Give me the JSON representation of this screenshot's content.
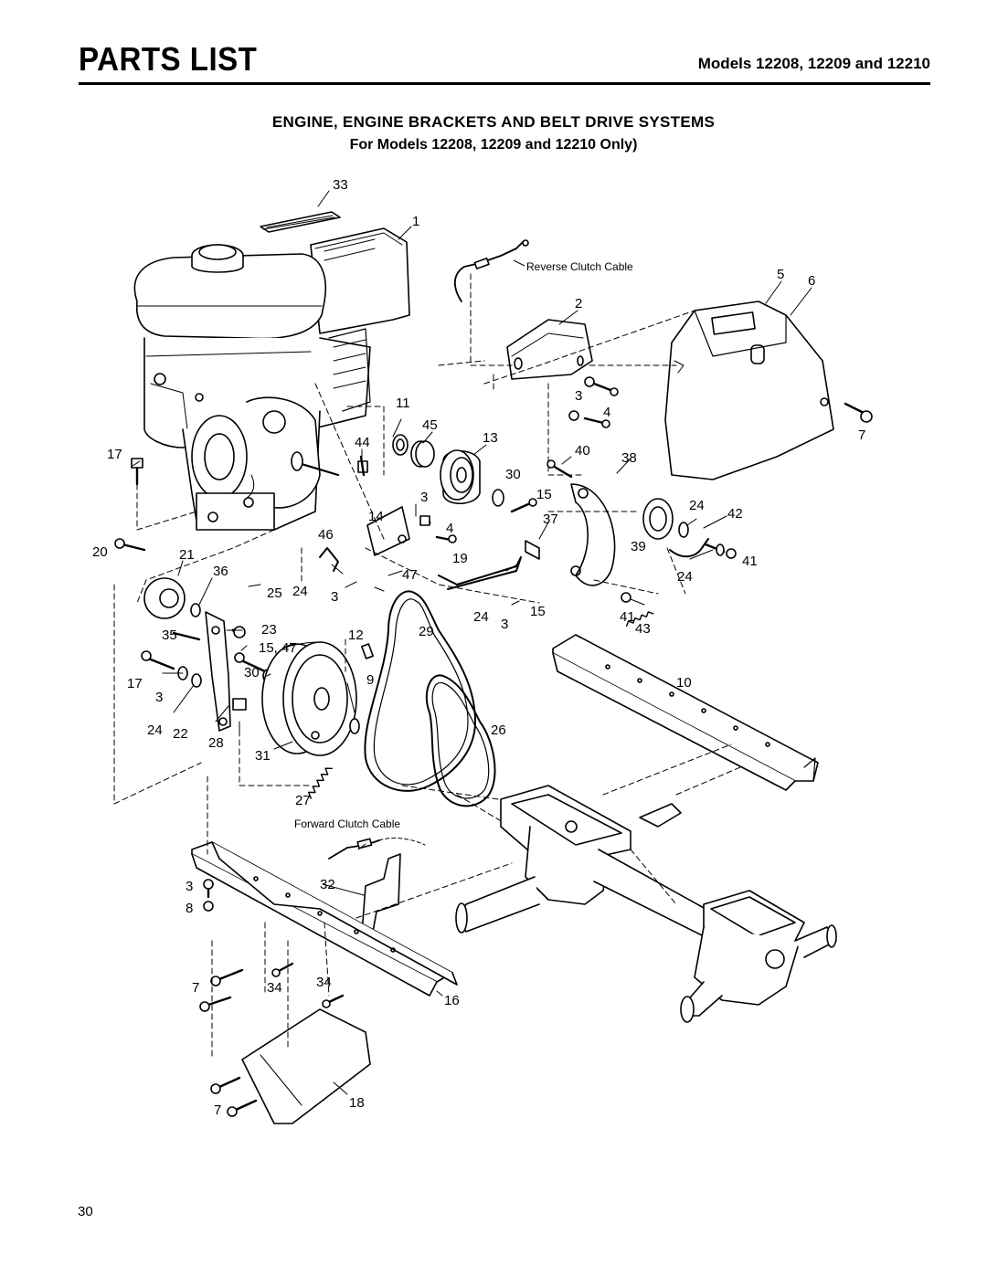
{
  "header": {
    "title": "PARTS LIST",
    "models": "Models 12208, 12209 and 12210"
  },
  "section": {
    "title": "ENGINE, ENGINE BRACKETS AND BELT DRIVE SYSTEMS",
    "subtitle": "For Models 12208, 12209 and 12210 Only)"
  },
  "labels": {
    "reverse_cable": "Reverse Clutch Cable",
    "forward_cable": "Forward Clutch Cable"
  },
  "callouts": {
    "c33": "33",
    "c1": "1",
    "c2": "2",
    "c5": "5",
    "c6": "6",
    "c3a": "3",
    "c4a": "4",
    "c7a": "7",
    "c11": "11",
    "c45": "45",
    "c13": "13",
    "c44": "44",
    "c17a": "17",
    "c40": "40",
    "c38": "38",
    "c30a": "30",
    "c3b": "3",
    "c15a": "15",
    "c14": "14",
    "c4b": "4",
    "c37": "37",
    "c24a": "24",
    "c42": "42",
    "c46": "46",
    "c20": "20",
    "c21": "21",
    "c36": "36",
    "c19": "19",
    "c39": "39",
    "c41a": "41",
    "c24b": "24",
    "c25": "25",
    "c24c": "24",
    "c3c": "3",
    "c47": "47",
    "c24d": "24",
    "c3d": "3",
    "c15b": "15",
    "c41b": "41",
    "c43": "43",
    "c35": "35",
    "c23": "23",
    "c12": "12",
    "c29": "29",
    "c15_47": "15, 47",
    "c17b": "17",
    "c3e": "3",
    "c30b": "30",
    "c9": "9",
    "c10": "10",
    "c24e": "24",
    "c22": "22",
    "c28": "28",
    "c26": "26",
    "c31": "31",
    "c27": "27",
    "c3f": "3",
    "c32": "32",
    "c8": "8",
    "c7b": "7",
    "c34a": "34",
    "c34b": "34",
    "c16": "16",
    "c7c": "7",
    "c18": "18"
  },
  "page_number": "30"
}
